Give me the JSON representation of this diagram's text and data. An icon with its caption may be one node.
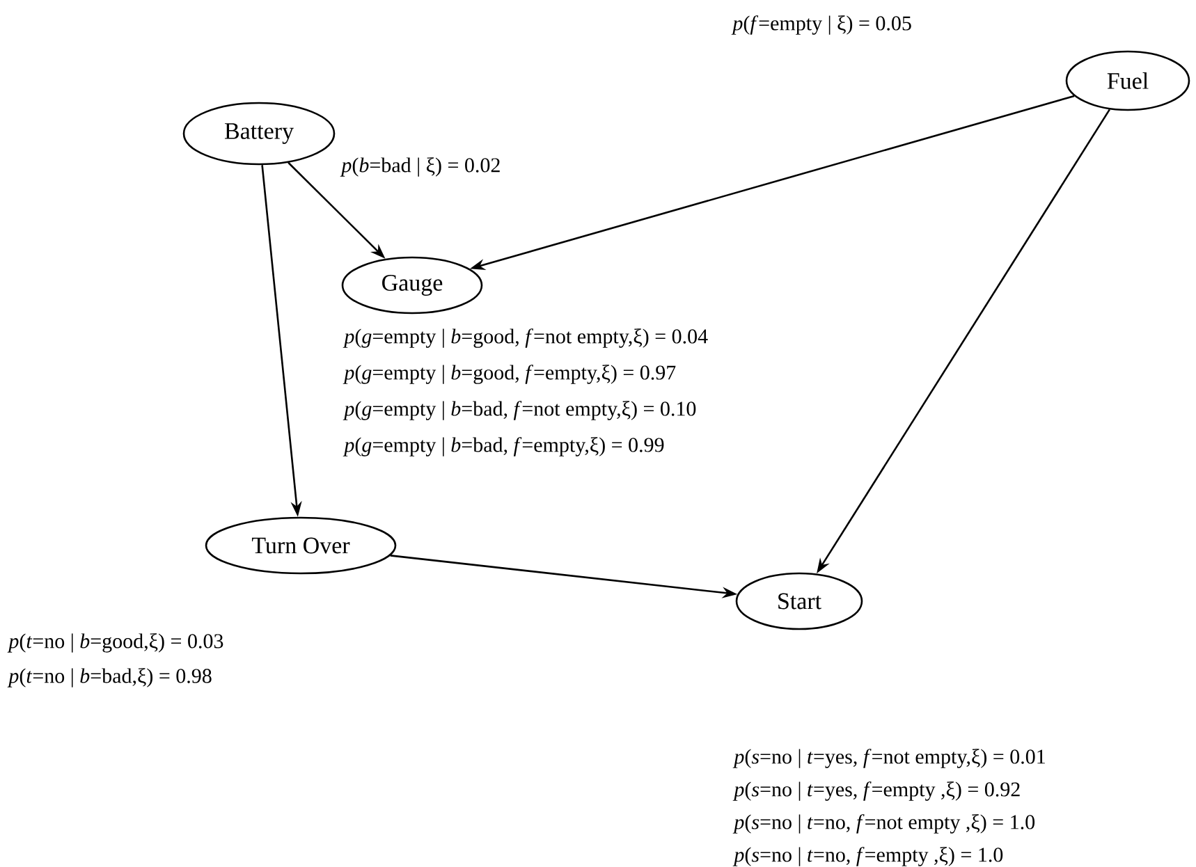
{
  "diagram": {
    "nodes": [
      {
        "text": [
          "Battery"
        ],
        "beside": [
          "*p*(*b*=bad | ξ) = 0.02"
        ]
      },
      {
        "text": [
          "Fuel"
        ]
      },
      {
        "text": [
          "Gauge"
        ],
        "beside": [
          "*p*(*g*=empty | *b*=good, *f*=not empty,ξ) = 0.04",
          "*p*(*g*=empty | *b*=good, *f*=empty,ξ) = 0.97",
          "*p*(*g*=empty | *b*=bad, *f*=not empty,ξ) = 0.10",
          "*p*(*g*=empty | *b*=bad, *f*=empty,ξ) = 0.99"
        ]
      },
      {
        "text": [
          "Turn Over"
        ],
        "beside": [
          "*p*(*t*=no | *b*=good,ξ) = 0.03",
          "*p*(*t*=no | *b*=bad,ξ) = 0.98"
        ]
      },
      {
        "text": [
          "Start"
        ],
        "beside": [
          "*p*(*s*=no | *t*=yes, *f*=not empty,ξ) = 0.01",
          "*p*(*s*=no | *t*=yes, *f*=empty ,ξ) = 0.92",
          "*p*(*s*=no | *t*=no, *f*=not empty ,ξ) = 1.0",
          "*p*(*s*=no | *t*=no, *f*=empty ,ξ) = 1.0"
        ]
      }
    ],
    "edges": [
      {
        "from": 0,
        "to": 2,
        "arrow": "to"
      },
      {
        "from": 1,
        "to": 2,
        "arrow": "to"
      },
      {
        "from": 0,
        "to": 3,
        "arrow": "to"
      },
      {
        "from": 1,
        "to": 4,
        "arrow": "to"
      },
      {
        "from": 3,
        "to": 4,
        "arrow": "to"
      }
    ],
    "labels": [
      "*p*(*f*=empty | ξ) = 0.05"
    ]
  }
}
